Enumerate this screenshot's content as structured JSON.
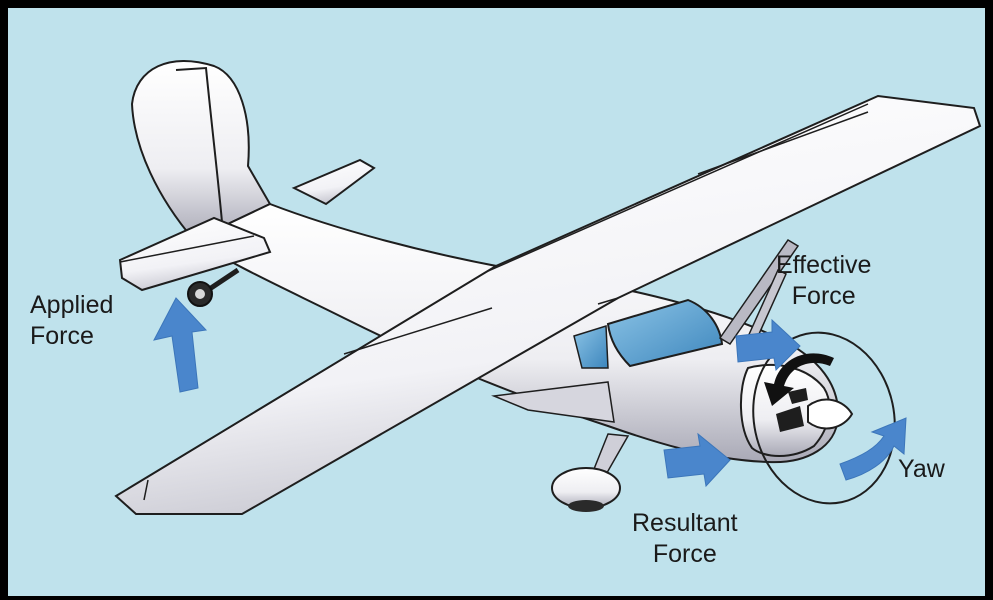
{
  "colors": {
    "sky_background": "#bfe2ec",
    "force_arrow": "#4a86cc",
    "aircraft_body": "#f7f7fa",
    "aircraft_outline": "#1e1e1e",
    "cabin_window": "#63a8d6"
  },
  "labels": {
    "applied_force": {
      "line1": "Applied",
      "line2": "Force"
    },
    "effective_force": {
      "line1": "Effective",
      "line2": "Force"
    },
    "resultant_force": {
      "line1": "Resultant",
      "line2": "Force"
    },
    "yaw": "Yaw"
  },
  "icons": [
    "applied-force-arrow-icon",
    "effective-force-arrow-icon",
    "resultant-force-arrow-icon",
    "yaw-arrow-icon",
    "propeller-rotation-arrow-icon"
  ]
}
